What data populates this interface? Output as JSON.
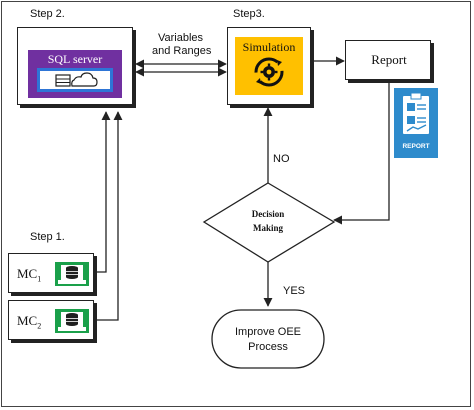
{
  "steps": {
    "step1": "Step 1.",
    "step2": "Step 2.",
    "step3": "Step3."
  },
  "sql": {
    "label": "SQL server"
  },
  "exchange": {
    "line1": "Variables",
    "line2": "and Ranges"
  },
  "simulation": {
    "label": "Simulation"
  },
  "report": {
    "label": "Report",
    "icon_caption": "REPORT"
  },
  "decision": {
    "line1": "Decision",
    "line2": "Making"
  },
  "branches": {
    "no": "NO",
    "yes": "YES"
  },
  "improve": {
    "line1": "Improve OEE",
    "line2": "Process"
  },
  "machines": [
    {
      "name": "MC",
      "sub": "1"
    },
    {
      "name": "MC",
      "sub": "2"
    }
  ],
  "colors": {
    "sql_purple": "#7030a0",
    "sql_blue": "#2e75d6",
    "sim_yellow": "#ffc000",
    "report_blue": "#2e8bcc",
    "db_green": "#1aa04a"
  }
}
